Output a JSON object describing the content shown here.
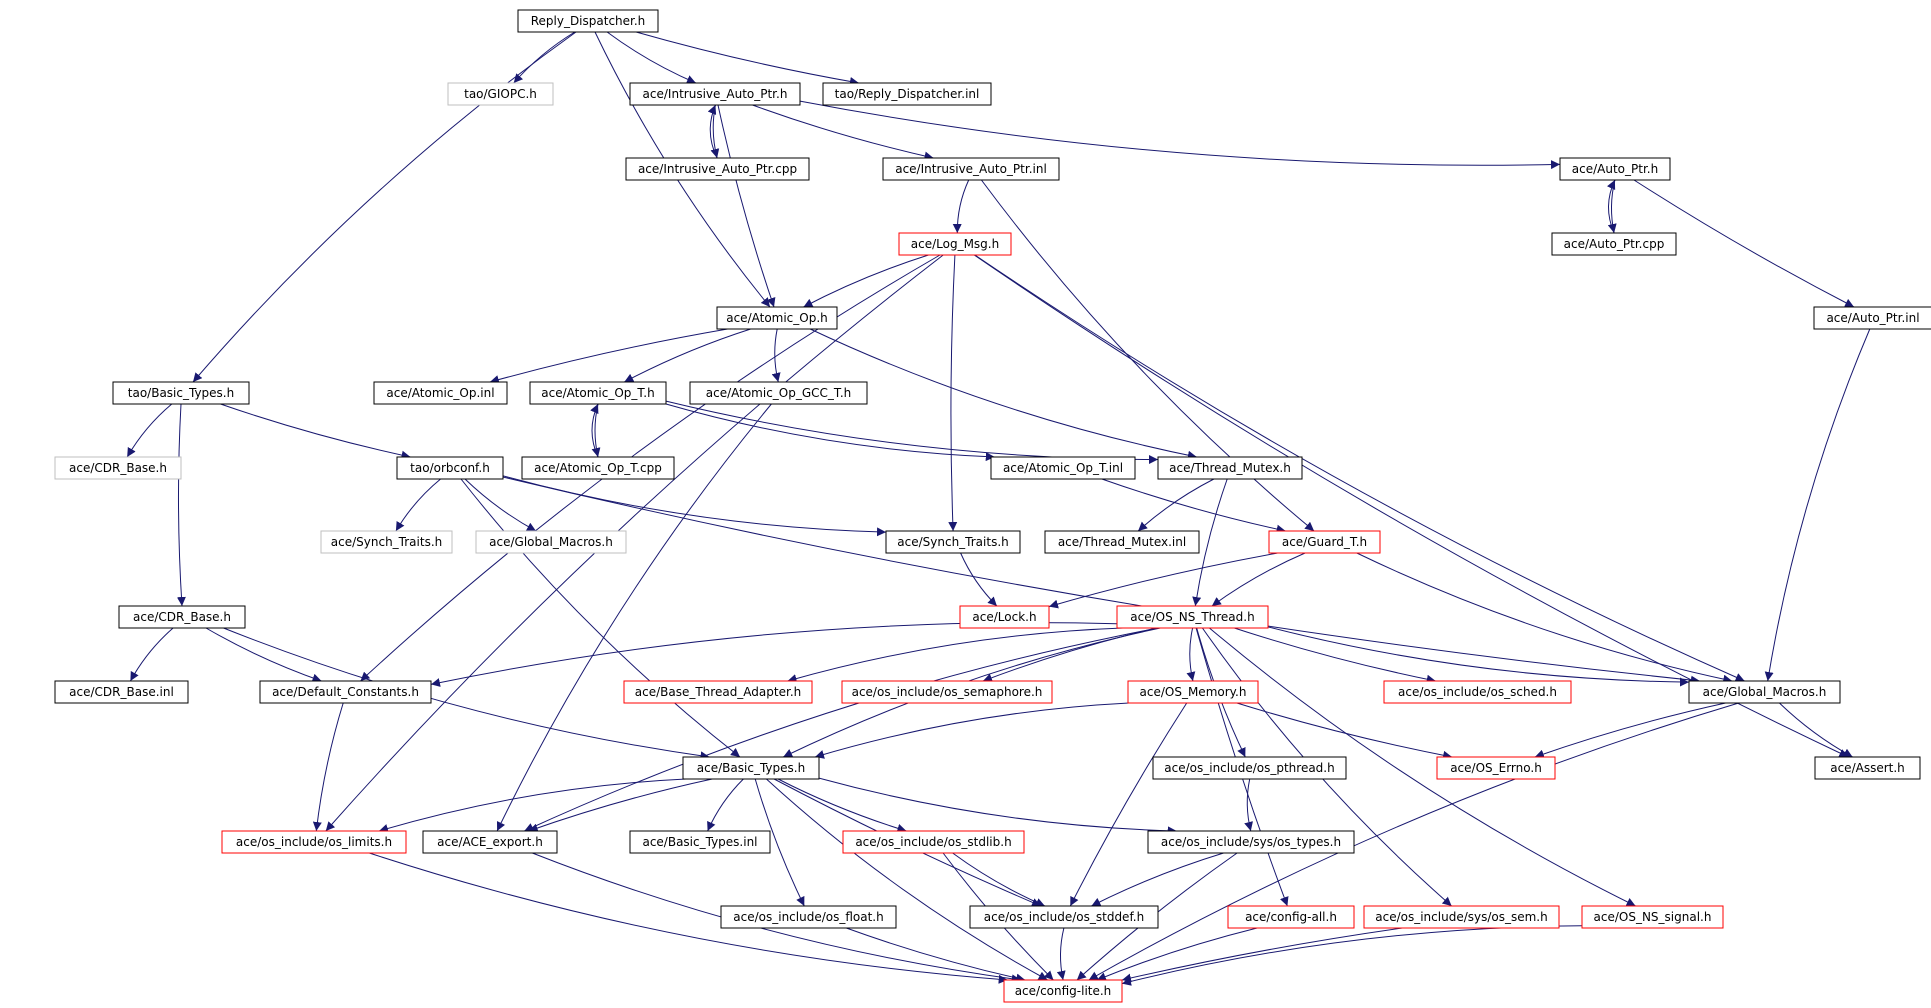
{
  "colors": {
    "edge": "#191970",
    "border_normal": "#000000",
    "border_truncated": "#ff0000",
    "border_external": "#bfbfbf",
    "root_fill": "#bfbfbf"
  },
  "nodes": [
    {
      "id": "reply_dispatcher_h",
      "label": "Reply_Dispatcher.h",
      "kind": "root"
    },
    {
      "id": "tao_giopc_h",
      "label": "tao/GIOPC.h",
      "kind": "external"
    },
    {
      "id": "ace_intrusive_auto_ptr_h",
      "label": "ace/Intrusive_Auto_Ptr.h",
      "kind": "normal"
    },
    {
      "id": "tao_reply_dispatcher_inl",
      "label": "tao/Reply_Dispatcher.inl",
      "kind": "normal"
    },
    {
      "id": "ace_intrusive_auto_ptr_cpp",
      "label": "ace/Intrusive_Auto_Ptr.cpp",
      "kind": "normal"
    },
    {
      "id": "ace_intrusive_auto_ptr_inl",
      "label": "ace/Intrusive_Auto_Ptr.inl",
      "kind": "normal"
    },
    {
      "id": "ace_auto_ptr_h",
      "label": "ace/Auto_Ptr.h",
      "kind": "normal"
    },
    {
      "id": "ace_auto_ptr_cpp",
      "label": "ace/Auto_Ptr.cpp",
      "kind": "normal"
    },
    {
      "id": "ace_log_msg_h",
      "label": "ace/Log_Msg.h",
      "kind": "truncated"
    },
    {
      "id": "ace_atomic_op_h",
      "label": "ace/Atomic_Op.h",
      "kind": "normal"
    },
    {
      "id": "ace_auto_ptr_inl",
      "label": "ace/Auto_Ptr.inl",
      "kind": "normal"
    },
    {
      "id": "tao_basic_types_h",
      "label": "tao/Basic_Types.h",
      "kind": "normal"
    },
    {
      "id": "ace_atomic_op_inl",
      "label": "ace/Atomic_Op.inl",
      "kind": "normal"
    },
    {
      "id": "ace_atomic_op_t_h",
      "label": "ace/Atomic_Op_T.h",
      "kind": "normal"
    },
    {
      "id": "ace_atomic_op_gcc_t_h",
      "label": "ace/Atomic_Op_GCC_T.h",
      "kind": "normal"
    },
    {
      "id": "ace_cdr_base_h_ext",
      "label": "ace/CDR_Base.h",
      "kind": "external"
    },
    {
      "id": "tao_orbconf_h",
      "label": "tao/orbconf.h",
      "kind": "normal"
    },
    {
      "id": "ace_atomic_op_t_cpp",
      "label": "ace/Atomic_Op_T.cpp",
      "kind": "normal"
    },
    {
      "id": "ace_atomic_op_t_inl",
      "label": "ace/Atomic_Op_T.inl",
      "kind": "normal"
    },
    {
      "id": "ace_thread_mutex_h",
      "label": "ace/Thread_Mutex.h",
      "kind": "normal"
    },
    {
      "id": "ace_synch_traits_h_ext",
      "label": "ace/Synch_Traits.h",
      "kind": "external"
    },
    {
      "id": "ace_global_macros_h_ext",
      "label": "ace/Global_Macros.h",
      "kind": "external"
    },
    {
      "id": "ace_synch_traits_h",
      "label": "ace/Synch_Traits.h",
      "kind": "normal"
    },
    {
      "id": "ace_thread_mutex_inl",
      "label": "ace/Thread_Mutex.inl",
      "kind": "normal"
    },
    {
      "id": "ace_guard_t_h",
      "label": "ace/Guard_T.h",
      "kind": "truncated"
    },
    {
      "id": "ace_cdr_base_h",
      "label": "ace/CDR_Base.h",
      "kind": "normal"
    },
    {
      "id": "ace_lock_h",
      "label": "ace/Lock.h",
      "kind": "truncated"
    },
    {
      "id": "ace_os_ns_thread_h",
      "label": "ace/OS_NS_Thread.h",
      "kind": "truncated"
    },
    {
      "id": "ace_cdr_base_inl",
      "label": "ace/CDR_Base.inl",
      "kind": "normal"
    },
    {
      "id": "ace_default_constants_h",
      "label": "ace/Default_Constants.h",
      "kind": "normal"
    },
    {
      "id": "ace_base_thread_adapter_h",
      "label": "ace/Base_Thread_Adapter.h",
      "kind": "truncated"
    },
    {
      "id": "ace_os_semaphore_h",
      "label": "ace/os_include/os_semaphore.h",
      "kind": "truncated"
    },
    {
      "id": "ace_os_memory_h",
      "label": "ace/OS_Memory.h",
      "kind": "truncated"
    },
    {
      "id": "ace_os_sched_h",
      "label": "ace/os_include/os_sched.h",
      "kind": "truncated"
    },
    {
      "id": "ace_global_macros_h",
      "label": "ace/Global_Macros.h",
      "kind": "normal"
    },
    {
      "id": "ace_basic_types_h",
      "label": "ace/Basic_Types.h",
      "kind": "normal"
    },
    {
      "id": "ace_os_pthread_h",
      "label": "ace/os_include/os_pthread.h",
      "kind": "normal"
    },
    {
      "id": "ace_os_errno_h",
      "label": "ace/OS_Errno.h",
      "kind": "truncated"
    },
    {
      "id": "ace_assert_h",
      "label": "ace/Assert.h",
      "kind": "normal"
    },
    {
      "id": "ace_os_limits_h",
      "label": "ace/os_include/os_limits.h",
      "kind": "truncated"
    },
    {
      "id": "ace_ace_export_h",
      "label": "ace/ACE_export.h",
      "kind": "normal"
    },
    {
      "id": "ace_basic_types_inl",
      "label": "ace/Basic_Types.inl",
      "kind": "normal"
    },
    {
      "id": "ace_os_stdlib_h",
      "label": "ace/os_include/os_stdlib.h",
      "kind": "truncated"
    },
    {
      "id": "ace_sys_os_types_h",
      "label": "ace/os_include/sys/os_types.h",
      "kind": "normal"
    },
    {
      "id": "ace_os_float_h",
      "label": "ace/os_include/os_float.h",
      "kind": "normal"
    },
    {
      "id": "ace_os_stddef_h",
      "label": "ace/os_include/os_stddef.h",
      "kind": "normal"
    },
    {
      "id": "ace_config_all_h",
      "label": "ace/config-all.h",
      "kind": "truncated"
    },
    {
      "id": "ace_sys_os_sem_h",
      "label": "ace/os_include/sys/os_sem.h",
      "kind": "truncated"
    },
    {
      "id": "ace_os_ns_signal_h",
      "label": "ace/OS_NS_signal.h",
      "kind": "truncated"
    },
    {
      "id": "ace_config_lite_h",
      "label": "ace/config-lite.h",
      "kind": "truncated"
    }
  ],
  "edges": [
    [
      "reply_dispatcher_h",
      "tao_giopc_h"
    ],
    [
      "reply_dispatcher_h",
      "ace_intrusive_auto_ptr_h"
    ],
    [
      "reply_dispatcher_h",
      "tao_reply_dispatcher_inl"
    ],
    [
      "reply_dispatcher_h",
      "tao_basic_types_h"
    ],
    [
      "reply_dispatcher_h",
      "ace_atomic_op_h"
    ],
    [
      "ace_intrusive_auto_ptr_h",
      "ace_intrusive_auto_ptr_cpp"
    ],
    [
      "ace_intrusive_auto_ptr_cpp",
      "ace_intrusive_auto_ptr_h"
    ],
    [
      "ace_intrusive_auto_ptr_h",
      "ace_intrusive_auto_ptr_inl"
    ],
    [
      "ace_intrusive_auto_ptr_h",
      "ace_auto_ptr_h"
    ],
    [
      "ace_intrusive_auto_ptr_h",
      "ace_atomic_op_h"
    ],
    [
      "ace_auto_ptr_h",
      "ace_auto_ptr_cpp"
    ],
    [
      "ace_auto_ptr_cpp",
      "ace_auto_ptr_h"
    ],
    [
      "ace_auto_ptr_h",
      "ace_auto_ptr_inl"
    ],
    [
      "ace_intrusive_auto_ptr_inl",
      "ace_log_msg_h"
    ],
    [
      "ace_intrusive_auto_ptr_inl",
      "ace_guard_t_h"
    ],
    [
      "ace_log_msg_h",
      "ace_atomic_op_h"
    ],
    [
      "ace_log_msg_h",
      "ace_synch_traits_h"
    ],
    [
      "ace_log_msg_h",
      "ace_default_constants_h"
    ],
    [
      "ace_log_msg_h",
      "ace_os_limits_h"
    ],
    [
      "ace_log_msg_h",
      "ace_global_macros_h"
    ],
    [
      "ace_log_msg_h",
      "ace_assert_h"
    ],
    [
      "ace_auto_ptr_inl",
      "ace_global_macros_h"
    ],
    [
      "ace_atomic_op_h",
      "ace_atomic_op_inl"
    ],
    [
      "ace_atomic_op_h",
      "ace_atomic_op_t_h"
    ],
    [
      "ace_atomic_op_h",
      "ace_atomic_op_gcc_t_h"
    ],
    [
      "ace_atomic_op_h",
      "ace_thread_mutex_h"
    ],
    [
      "ace_atomic_op_t_h",
      "ace_atomic_op_t_cpp"
    ],
    [
      "ace_atomic_op_t_cpp",
      "ace_atomic_op_t_h"
    ],
    [
      "ace_atomic_op_t_h",
      "ace_atomic_op_t_inl"
    ],
    [
      "ace_atomic_op_t_h",
      "ace_thread_mutex_h"
    ],
    [
      "ace_atomic_op_gcc_t_h",
      "ace_ace_export_h"
    ],
    [
      "tao_basic_types_h",
      "ace_cdr_base_h_ext"
    ],
    [
      "tao_basic_types_h",
      "tao_orbconf_h"
    ],
    [
      "tao_basic_types_h",
      "ace_cdr_base_h"
    ],
    [
      "tao_orbconf_h",
      "ace_synch_traits_h_ext"
    ],
    [
      "tao_orbconf_h",
      "ace_global_macros_h_ext"
    ],
    [
      "tao_orbconf_h",
      "ace_synch_traits_h"
    ],
    [
      "tao_orbconf_h",
      "ace_global_macros_h"
    ],
    [
      "tao_orbconf_h",
      "ace_basic_types_h"
    ],
    [
      "ace_atomic_op_t_inl",
      "ace_guard_t_h"
    ],
    [
      "ace_thread_mutex_h",
      "ace_thread_mutex_inl"
    ],
    [
      "ace_thread_mutex_h",
      "ace_os_ns_thread_h"
    ],
    [
      "ace_synch_traits_h",
      "ace_lock_h"
    ],
    [
      "ace_guard_t_h",
      "ace_lock_h"
    ],
    [
      "ace_guard_t_h",
      "ace_os_ns_thread_h"
    ],
    [
      "ace_guard_t_h",
      "ace_global_macros_h"
    ],
    [
      "ace_cdr_base_h",
      "ace_cdr_base_inl"
    ],
    [
      "ace_cdr_base_h",
      "ace_default_constants_h"
    ],
    [
      "ace_cdr_base_h",
      "ace_basic_types_h"
    ],
    [
      "ace_default_constants_h",
      "ace_os_limits_h"
    ],
    [
      "ace_os_ns_thread_h",
      "ace_default_constants_h"
    ],
    [
      "ace_os_ns_thread_h",
      "ace_base_thread_adapter_h"
    ],
    [
      "ace_os_ns_thread_h",
      "ace_os_semaphore_h"
    ],
    [
      "ace_os_ns_thread_h",
      "ace_os_memory_h"
    ],
    [
      "ace_os_ns_thread_h",
      "ace_os_sched_h"
    ],
    [
      "ace_os_ns_thread_h",
      "ace_global_macros_h"
    ],
    [
      "ace_os_ns_thread_h",
      "ace_basic_types_h"
    ],
    [
      "ace_os_ns_thread_h",
      "ace_ace_export_h"
    ],
    [
      "ace_os_ns_thread_h",
      "ace_os_pthread_h"
    ],
    [
      "ace_os_ns_thread_h",
      "ace_config_all_h"
    ],
    [
      "ace_os_ns_thread_h",
      "ace_sys_os_sem_h"
    ],
    [
      "ace_os_ns_thread_h",
      "ace_os_ns_signal_h"
    ],
    [
      "ace_os_memory_h",
      "ace_basic_types_h"
    ],
    [
      "ace_os_memory_h",
      "ace_os_errno_h"
    ],
    [
      "ace_os_memory_h",
      "ace_os_stddef_h"
    ],
    [
      "ace_global_macros_h",
      "ace_os_errno_h"
    ],
    [
      "ace_global_macros_h",
      "ace_assert_h"
    ],
    [
      "ace_global_macros_h",
      "ace_config_lite_h"
    ],
    [
      "ace_basic_types_h",
      "ace_os_limits_h"
    ],
    [
      "ace_basic_types_h",
      "ace_ace_export_h"
    ],
    [
      "ace_basic_types_h",
      "ace_basic_types_inl"
    ],
    [
      "ace_basic_types_h",
      "ace_os_stdlib_h"
    ],
    [
      "ace_basic_types_h",
      "ace_sys_os_types_h"
    ],
    [
      "ace_basic_types_h",
      "ace_os_float_h"
    ],
    [
      "ace_basic_types_h",
      "ace_os_stddef_h"
    ],
    [
      "ace_basic_types_h",
      "ace_config_lite_h"
    ],
    [
      "ace_os_pthread_h",
      "ace_sys_os_types_h"
    ],
    [
      "ace_sys_os_types_h",
      "ace_os_stddef_h"
    ],
    [
      "ace_sys_os_types_h",
      "ace_config_lite_h"
    ],
    [
      "ace_os_stdlib_h",
      "ace_os_stddef_h"
    ],
    [
      "ace_os_stdlib_h",
      "ace_config_lite_h"
    ],
    [
      "ace_os_limits_h",
      "ace_config_lite_h"
    ],
    [
      "ace_ace_export_h",
      "ace_config_lite_h"
    ],
    [
      "ace_os_float_h",
      "ace_config_lite_h"
    ],
    [
      "ace_os_stddef_h",
      "ace_config_lite_h"
    ],
    [
      "ace_config_all_h",
      "ace_config_lite_h"
    ],
    [
      "ace_sys_os_sem_h",
      "ace_config_lite_h"
    ],
    [
      "ace_os_ns_signal_h",
      "ace_config_lite_h"
    ]
  ]
}
